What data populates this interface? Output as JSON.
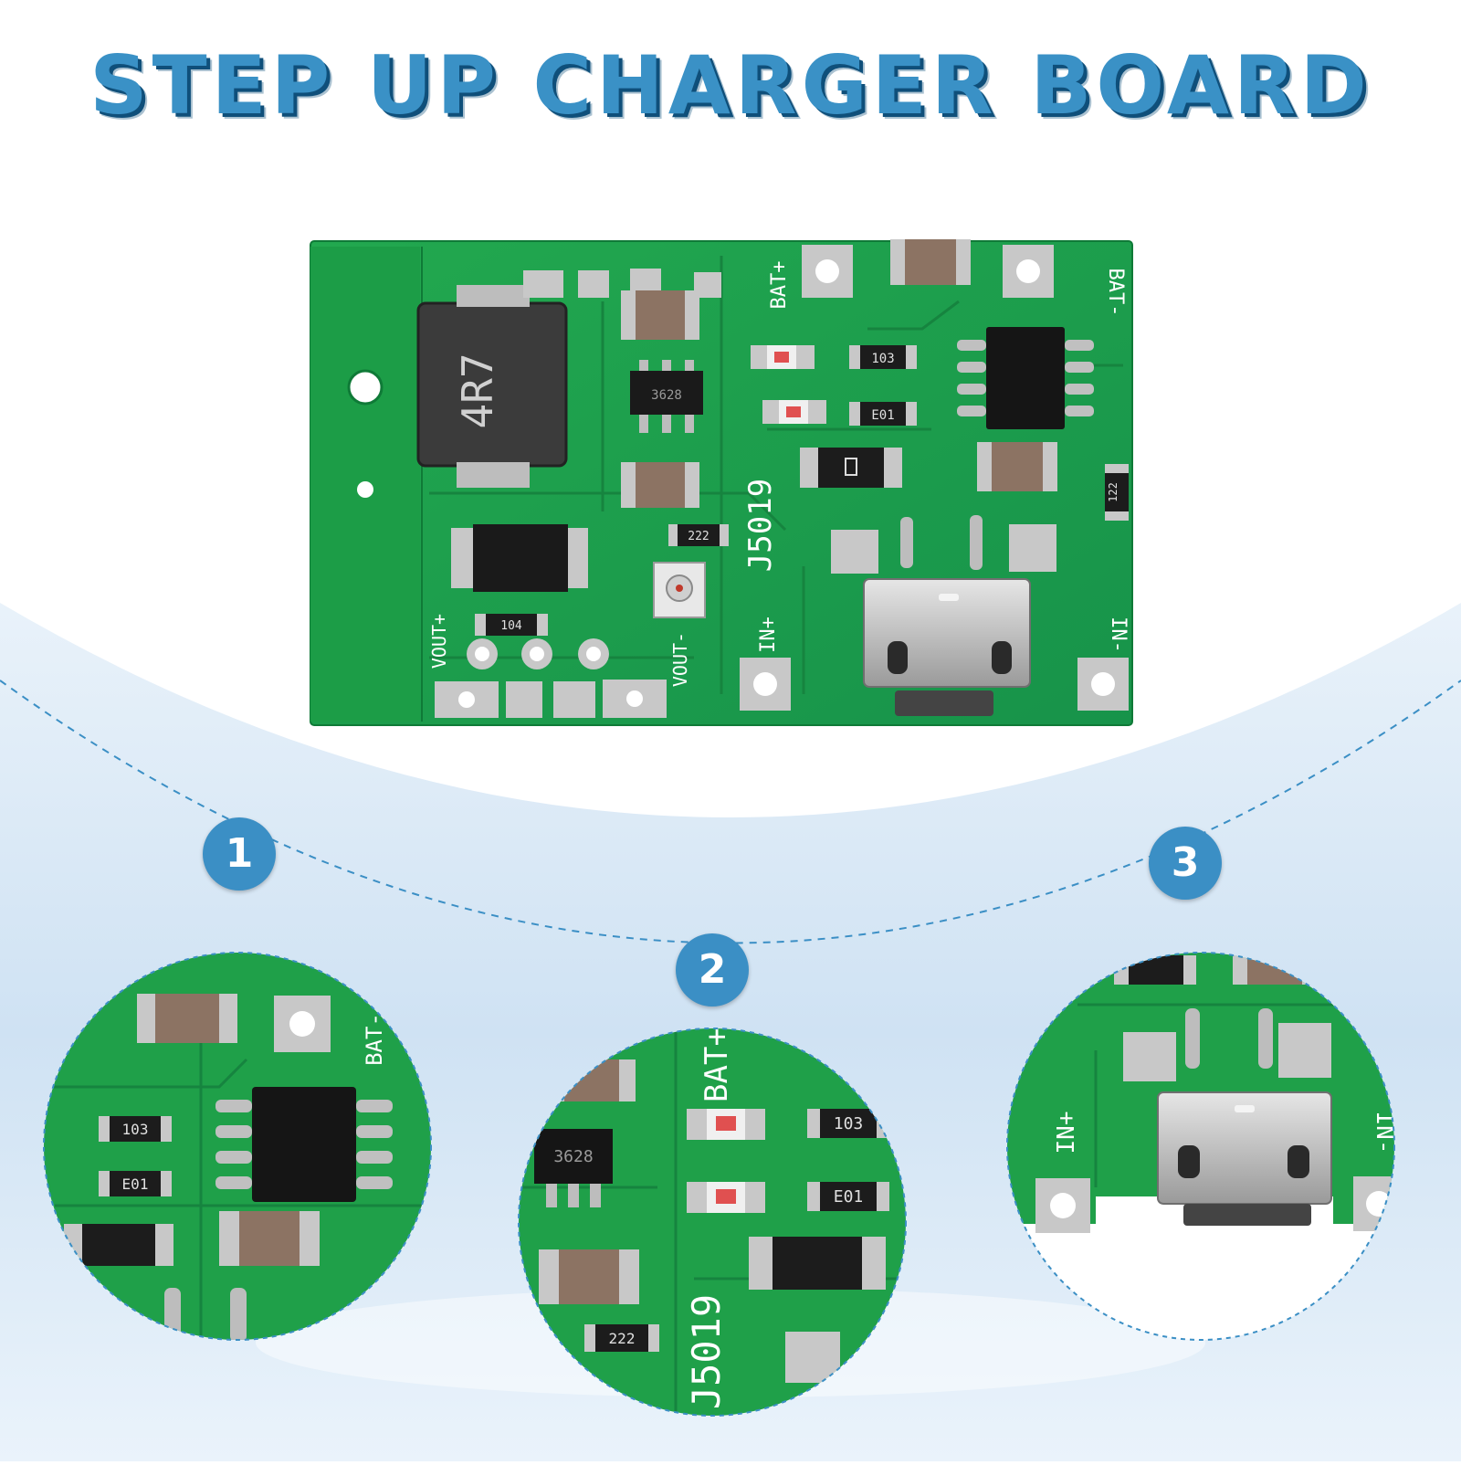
{
  "title": "STEP UP CHARGER BOARD",
  "colors": {
    "accent": "#3b8fc5",
    "title_shadow": "#0f4f7a",
    "pcb": "#1fa049"
  },
  "board": {
    "inductor_marking": "4R7",
    "ic_marking": "3628",
    "board_marking": "J5019",
    "resistor_markings": [
      "103",
      "E01",
      "222",
      "104",
      "122"
    ],
    "pads": [
      "BAT+",
      "BAT-",
      "IN+",
      "IN-",
      "VOUT+",
      "VOUT-"
    ]
  },
  "callouts": [
    {
      "number": "1"
    },
    {
      "number": "2"
    },
    {
      "number": "3"
    }
  ]
}
